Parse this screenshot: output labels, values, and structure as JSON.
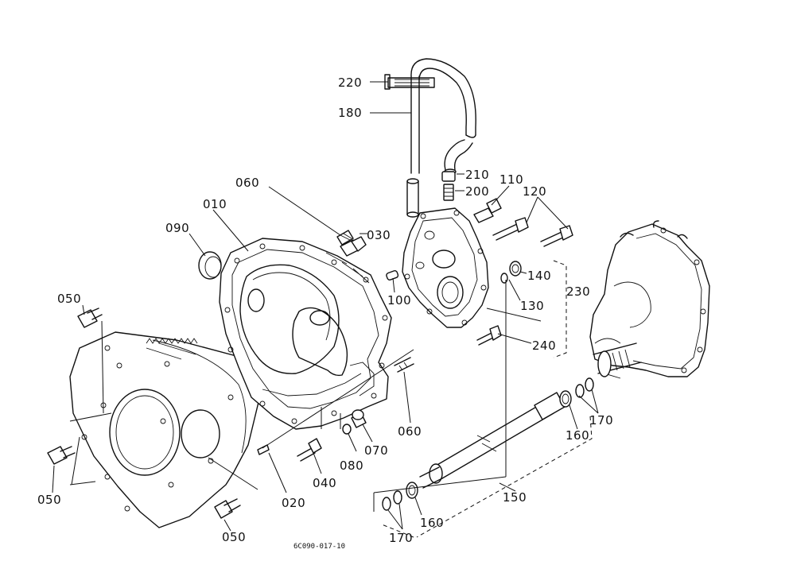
{
  "figure_code": "6C090-017-10",
  "callouts": {
    "c220": "220",
    "c180": "180",
    "c210": "210",
    "c200": "200",
    "c110": "110",
    "c120": "120",
    "c060_top": "060",
    "c010": "010",
    "c030": "030",
    "c090": "090",
    "c140": "140",
    "c230": "230",
    "c100": "100",
    "c130": "130",
    "c050_top": "050",
    "c240": "240",
    "c060_mid": "060",
    "c170_right": "170",
    "c160_right": "160",
    "c070": "070",
    "c080": "080",
    "c050_left": "050",
    "c040": "040",
    "c020": "020",
    "c150": "150",
    "c160_bottom": "160",
    "c170_bottom": "170",
    "c050_bottom": "050"
  }
}
